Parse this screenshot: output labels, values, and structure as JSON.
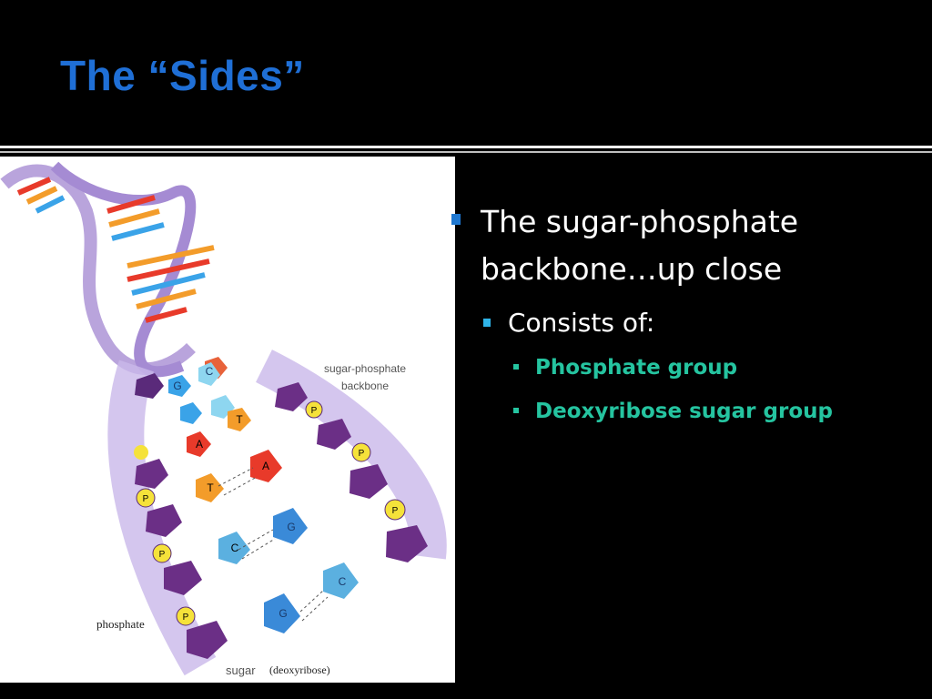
{
  "slide": {
    "title": "The “Sides”",
    "bullets": [
      {
        "text": "The sugar-phosphate backbone…up close"
      },
      {
        "text": "Consists of:"
      },
      {
        "text": "Phosphate group"
      },
      {
        "text": "Deoxyribose sugar group"
      }
    ]
  },
  "figure": {
    "labels": {
      "backbone": "sugar-phosphate backbone",
      "backbone_line1": "sugar-phosphate",
      "backbone_line2": "backbone",
      "phosphate": "phosphate",
      "sugar": "sugar",
      "deoxyribose": "(deoxyribose)"
    },
    "bases": {
      "g": "G",
      "c": "C",
      "a": "A",
      "t": "T",
      "p": "P"
    }
  },
  "colors": {
    "title": "#1f6fd6",
    "bullet_level3": "#25c4a0",
    "sugar": "#5a2a7a",
    "phosphate": "#f5e23a"
  }
}
